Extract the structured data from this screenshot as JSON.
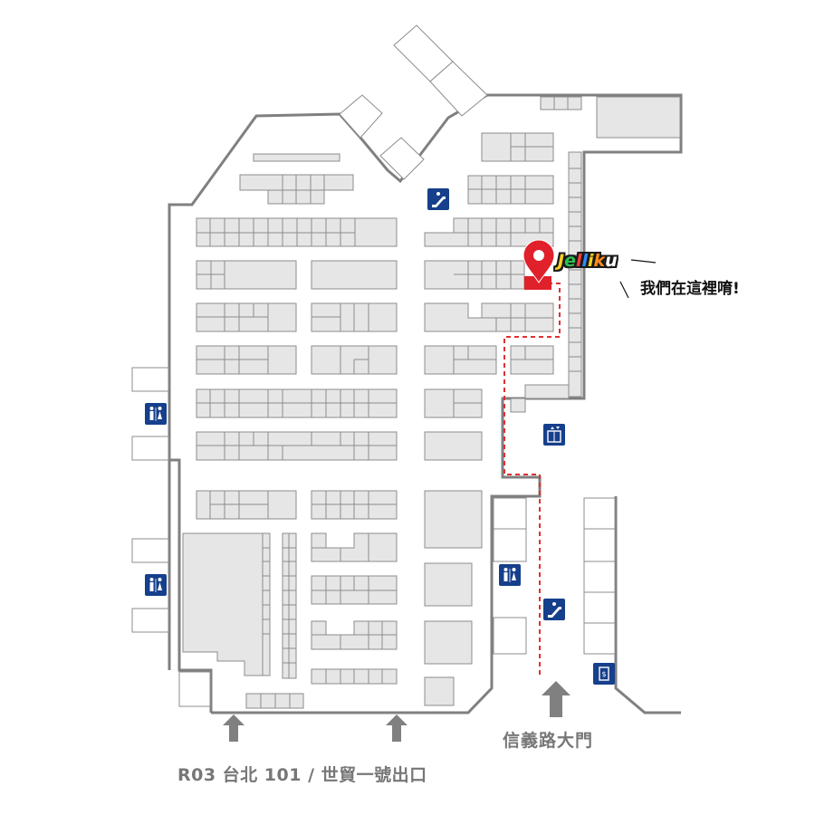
{
  "map": {
    "here_label": "我們在這裡唷!",
    "logo_text": "Jelliku",
    "logo_colors": [
      "#ffd21f",
      "#2fbf4f",
      "#ff3b3b",
      "#2f8cff",
      "#ffd21f",
      "#ff8c1a",
      "#ffffff"
    ],
    "entrance_label": "信義路大門",
    "exit_label": "R03 台北 101 / 世貿一號出口",
    "colors": {
      "wall": "#808080",
      "shop_fill": "#e6e6e6",
      "route": "#e03030",
      "pin": "#e0202a",
      "facility_icon": "#163f8c",
      "arrow": "#808080"
    },
    "icons": [
      "escalator-icon",
      "restroom-icon",
      "elevator-icon",
      "atm-icon",
      "location-pin-icon",
      "arrow-up-icon"
    ]
  }
}
